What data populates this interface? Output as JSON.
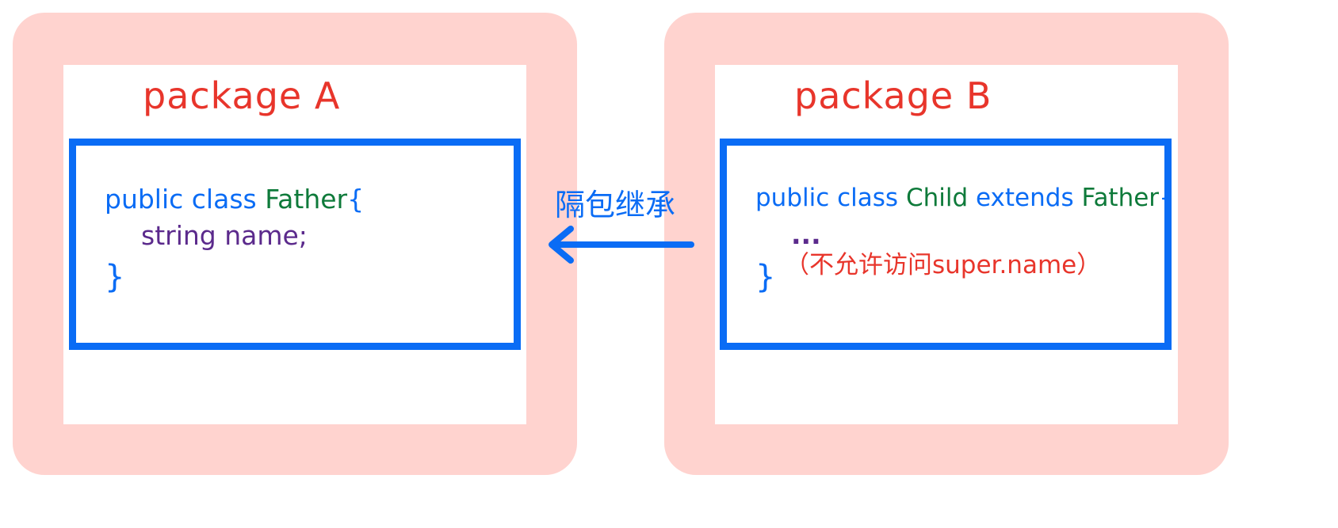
{
  "packages": [
    {
      "label": "package  A",
      "class": {
        "line1_keywords": "public class",
        "line1_name": "Father",
        "line1_brace": "{",
        "field_line": "string name;",
        "closing_brace": "}"
      }
    },
    {
      "label": "package  B",
      "class": {
        "line1_keywords": "public class",
        "line1_name": "Child",
        "line1_extends": "extends",
        "line1_parent": "Father",
        "line1_brace": "{",
        "ellipsis": "...",
        "note": "（不允许访问super.name）",
        "closing_brace": "}"
      }
    }
  ],
  "arrow": {
    "label": "隔包继承",
    "direction": "right-to-left"
  },
  "colors": {
    "package_background": "#ffd3cf",
    "package_label": "#e8352b",
    "class_border": "#0a6cf5",
    "keyword": "#0a6cf5",
    "class_name": "#0e7a3a",
    "field": "#5b2a8c",
    "note": "#e8352b",
    "arrow": "#0a6cf5"
  }
}
